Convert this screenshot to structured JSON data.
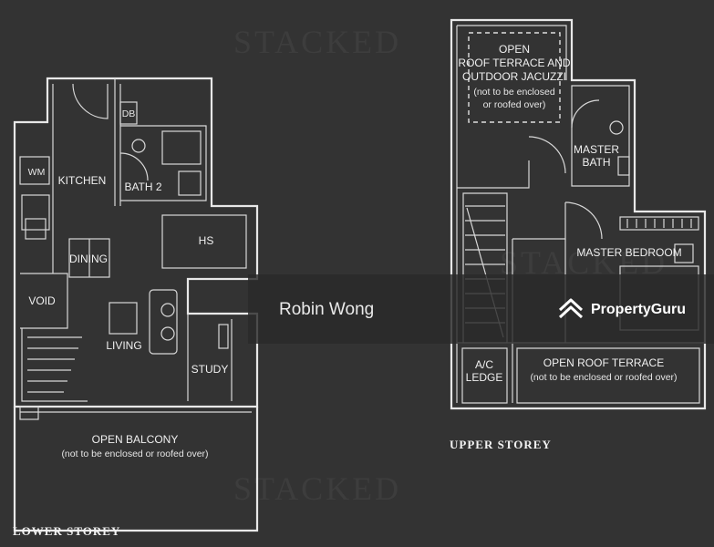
{
  "watermark": {
    "text": "STACKED"
  },
  "lower_storey": {
    "caption": "LOWER STOREY",
    "rooms": {
      "db": "DB",
      "wm": "WM",
      "kitchen": "KITCHEN",
      "bath2": "BATH 2",
      "hs": "HS",
      "dining": "DINING",
      "void": "VOID",
      "living": "LIVING",
      "study": "STUDY",
      "balcony": "OPEN BALCONY",
      "balcony_note": "(not to be enclosed or roofed over)"
    }
  },
  "upper_storey": {
    "caption": "UPPER STOREY",
    "rooms": {
      "terrace_line1": "OPEN",
      "terrace_line2": "ROOF TERRACE AND",
      "terrace_line3": "OUTDOOR JACUZZI",
      "terrace_note1": "(not to be enclosed",
      "terrace_note2": "or roofed over)",
      "master_bath_line1": "MASTER",
      "master_bath_line2": "BATH",
      "master_bedroom": "MASTER BEDROOM",
      "ac_line1": "A/C",
      "ac_line2": "LEDGE",
      "roof_terrace": "OPEN ROOF TERRACE",
      "roof_terrace_note": "(not to be enclosed or roofed over)"
    }
  },
  "listing": {
    "agent_name": "Robin Wong",
    "brand_name": "PropertyGuru",
    "brand_icon": "propertyguru-logo-icon"
  }
}
